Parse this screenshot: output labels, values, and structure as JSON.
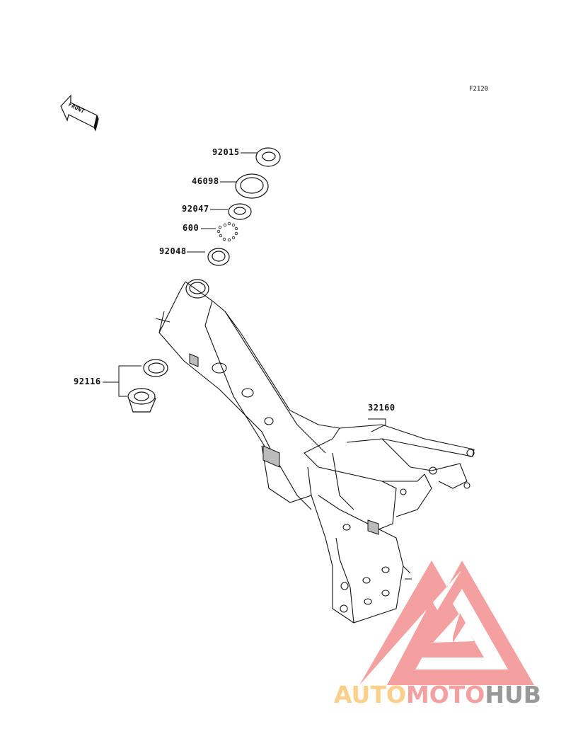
{
  "diagram": {
    "code": "F2120",
    "front_label": "FRONT",
    "parts": [
      {
        "number": "92015"
      },
      {
        "number": "46098"
      },
      {
        "number": "92047"
      },
      {
        "number": "600"
      },
      {
        "number": "92048"
      },
      {
        "number": "92116"
      },
      {
        "number": "32160"
      }
    ]
  },
  "watermark": {
    "text_parts": [
      "AUTO",
      "MOTO",
      "HUB"
    ],
    "colors": {
      "auto": "#fcd08a",
      "moto": "#f4a0a0",
      "hub": "#999999",
      "logo": "#f4a0a0"
    }
  }
}
